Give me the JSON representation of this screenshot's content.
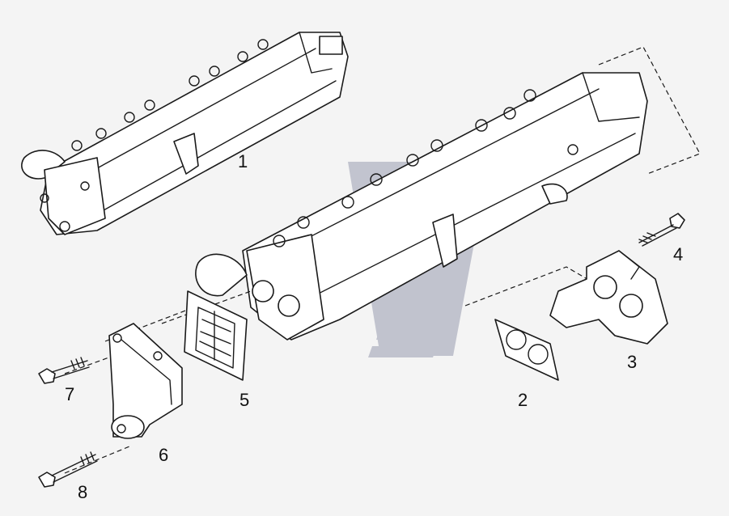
{
  "diagram": {
    "callouts": [
      "1",
      "2",
      "3",
      "4",
      "5",
      "6",
      "7",
      "8"
    ],
    "colors": {
      "background": "#f4f4f4",
      "line": "#1a1a1a",
      "part_fill": "#ffffff",
      "watermark": "#b9bbc8"
    }
  }
}
